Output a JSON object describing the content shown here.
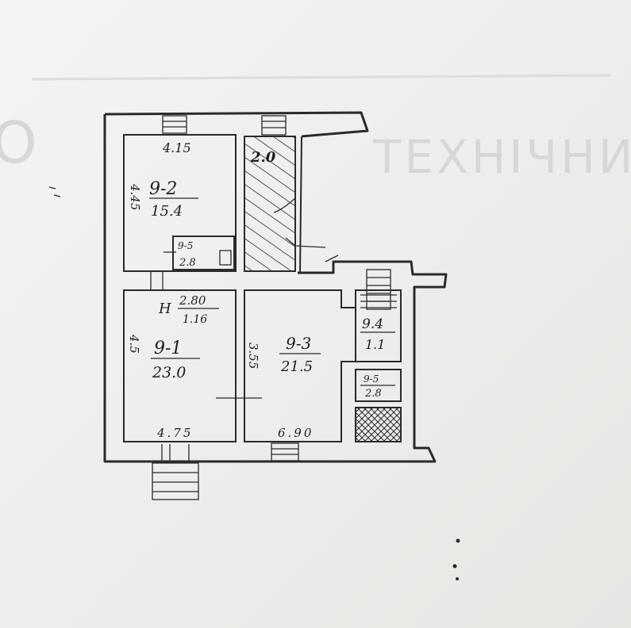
{
  "background_text": {
    "left_fragment": "О",
    "right_fragment": "ТЕХНІЧНИЙ ПАСПО"
  },
  "rooms": {
    "room_2": {
      "code": "9-2",
      "area": "15.4",
      "width": "4.15",
      "length": "4.45"
    },
    "storage": {
      "area": "2.0"
    },
    "small_room": {
      "code": "9-5",
      "area": "2.8"
    },
    "hall": {
      "height_mark": "H",
      "height_value": "2.80",
      "height_sub": "1.16"
    },
    "room_1": {
      "code": "9-1",
      "area": "23.0",
      "length": "4.5",
      "width": "4.75"
    },
    "room_3": {
      "code": "9-3",
      "area": "21.5",
      "length": "3.55",
      "width": "6.90"
    },
    "room_4": {
      "code": "9.4",
      "area": "1.1"
    },
    "room_6": {
      "code": "9-5",
      "area": "2.8"
    }
  }
}
